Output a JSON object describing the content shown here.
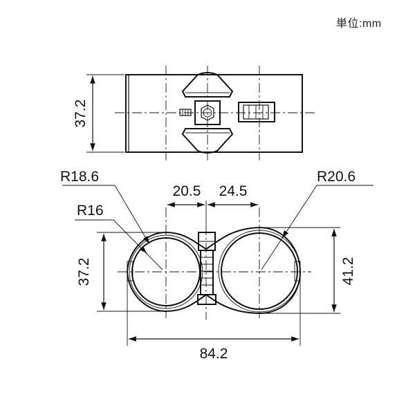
{
  "unit_label": "単位:mm",
  "dimensions": {
    "top_view_height": "37.2",
    "outer_radius_left": "R18.6",
    "outer_radius_right": "R20.6",
    "inner_radius_left": "R16",
    "offset_left": "20.5",
    "offset_right": "24.5",
    "front_height_left": "37.2",
    "front_height_right": "41.2",
    "total_width": "84.2"
  }
}
